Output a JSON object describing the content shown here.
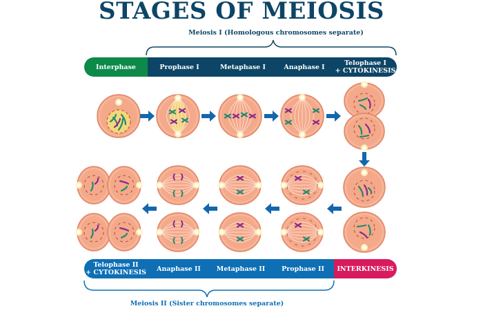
{
  "title": "STAGES OF MEIOSIS",
  "meiosis1": {
    "caption": "Meiosis I (Homologous chromosomes separate)",
    "stages": [
      {
        "label": "Interphase",
        "color": "#0d8a4a"
      },
      {
        "label": "Prophase I",
        "color": "#0d4566"
      },
      {
        "label": "Metaphase I",
        "color": "#0d4566"
      },
      {
        "label": "Anaphase I",
        "color": "#0d4566"
      },
      {
        "label_line1": "Telophase I",
        "label_line2": "+ CYTOKINESIS",
        "color": "#0d4566"
      }
    ]
  },
  "meiosis2": {
    "caption": "Meiosis II (Sister chromosomes separate)",
    "stages": [
      {
        "label_line1": "Telophase II",
        "label_line2": "+ CYTOKINESIS",
        "color": "#0e6fb5"
      },
      {
        "label": "Anaphase II",
        "color": "#0e6fb5"
      },
      {
        "label": "Metaphase II",
        "color": "#0e6fb5"
      },
      {
        "label": "Prophase II",
        "color": "#0e6fb5"
      },
      {
        "label": "INTERKINESIS",
        "color": "#d81b5e"
      }
    ]
  },
  "colors": {
    "cell_fill": "#f4a98a",
    "cell_stroke": "#e0876a",
    "nucleus_fill": "#f3d77a",
    "chromosome_green": "#1f8a6e",
    "chromosome_purple": "#8a2a8a",
    "arrow": "#1466ad",
    "brace_dark": "#0d4566",
    "brace_blue": "#0e6fb5"
  }
}
